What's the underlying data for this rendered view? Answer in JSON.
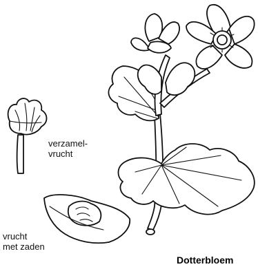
{
  "labels": {
    "aggregate_fruit": [
      "verzamel-",
      "vrucht"
    ],
    "fruit_with_seeds": [
      "vrucht",
      "met zaden"
    ],
    "title": "Dotterbloem"
  },
  "colors": {
    "ink": "#111111",
    "background": "#ffffff"
  }
}
